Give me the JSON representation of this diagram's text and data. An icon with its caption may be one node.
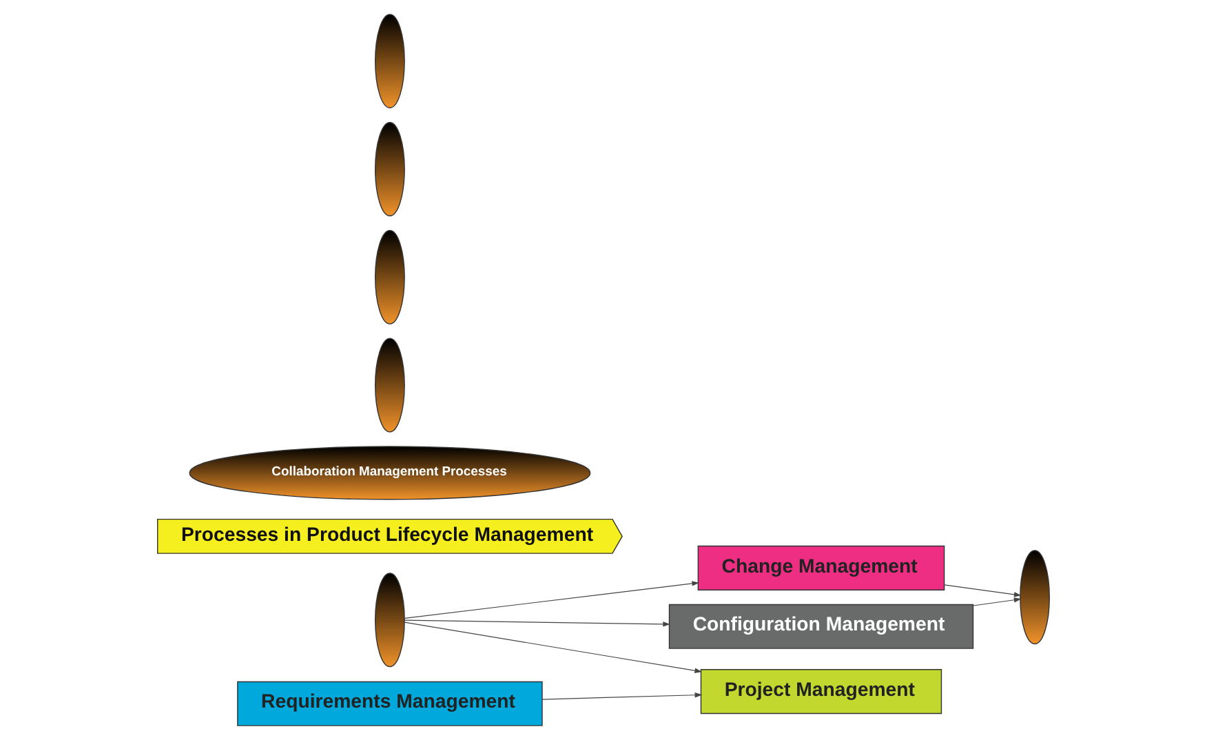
{
  "diagram": {
    "nodes": [
      {
        "text": [
          "Change Management"
        ]
      },
      {
        "text": [
          "Requirements Management"
        ]
      },
      {
        "text": [
          "Configuration Management"
        ]
      },
      {
        "text": [
          "Project Management"
        ]
      },
      {
        "text": [
          "Processes in Product Lifecycle Management"
        ]
      },
      {
        "text": [
          "Collaboration Management Processes"
        ]
      },
      {
        "text": [],
        "shape": "ellipse"
      },
      {
        "text": [],
        "shape": "ellipse"
      },
      {
        "text": [],
        "shape": "ellipse"
      },
      {
        "text": [],
        "shape": "ellipse"
      },
      {
        "text": [],
        "shape": "ellipse"
      },
      {
        "text": [],
        "shape": "ellipse"
      }
    ],
    "edges": [
      {
        "from": 6,
        "to": 0,
        "arrow": "to"
      },
      {
        "from": 6,
        "to": 2,
        "arrow": "to"
      },
      {
        "from": 6,
        "to": 3,
        "arrow": "to"
      },
      {
        "from": 0,
        "to": 11,
        "arrow": "to"
      },
      {
        "from": 2,
        "to": 11,
        "arrow": "to"
      },
      {
        "from": 1,
        "to": 3,
        "arrow": "to"
      }
    ]
  }
}
